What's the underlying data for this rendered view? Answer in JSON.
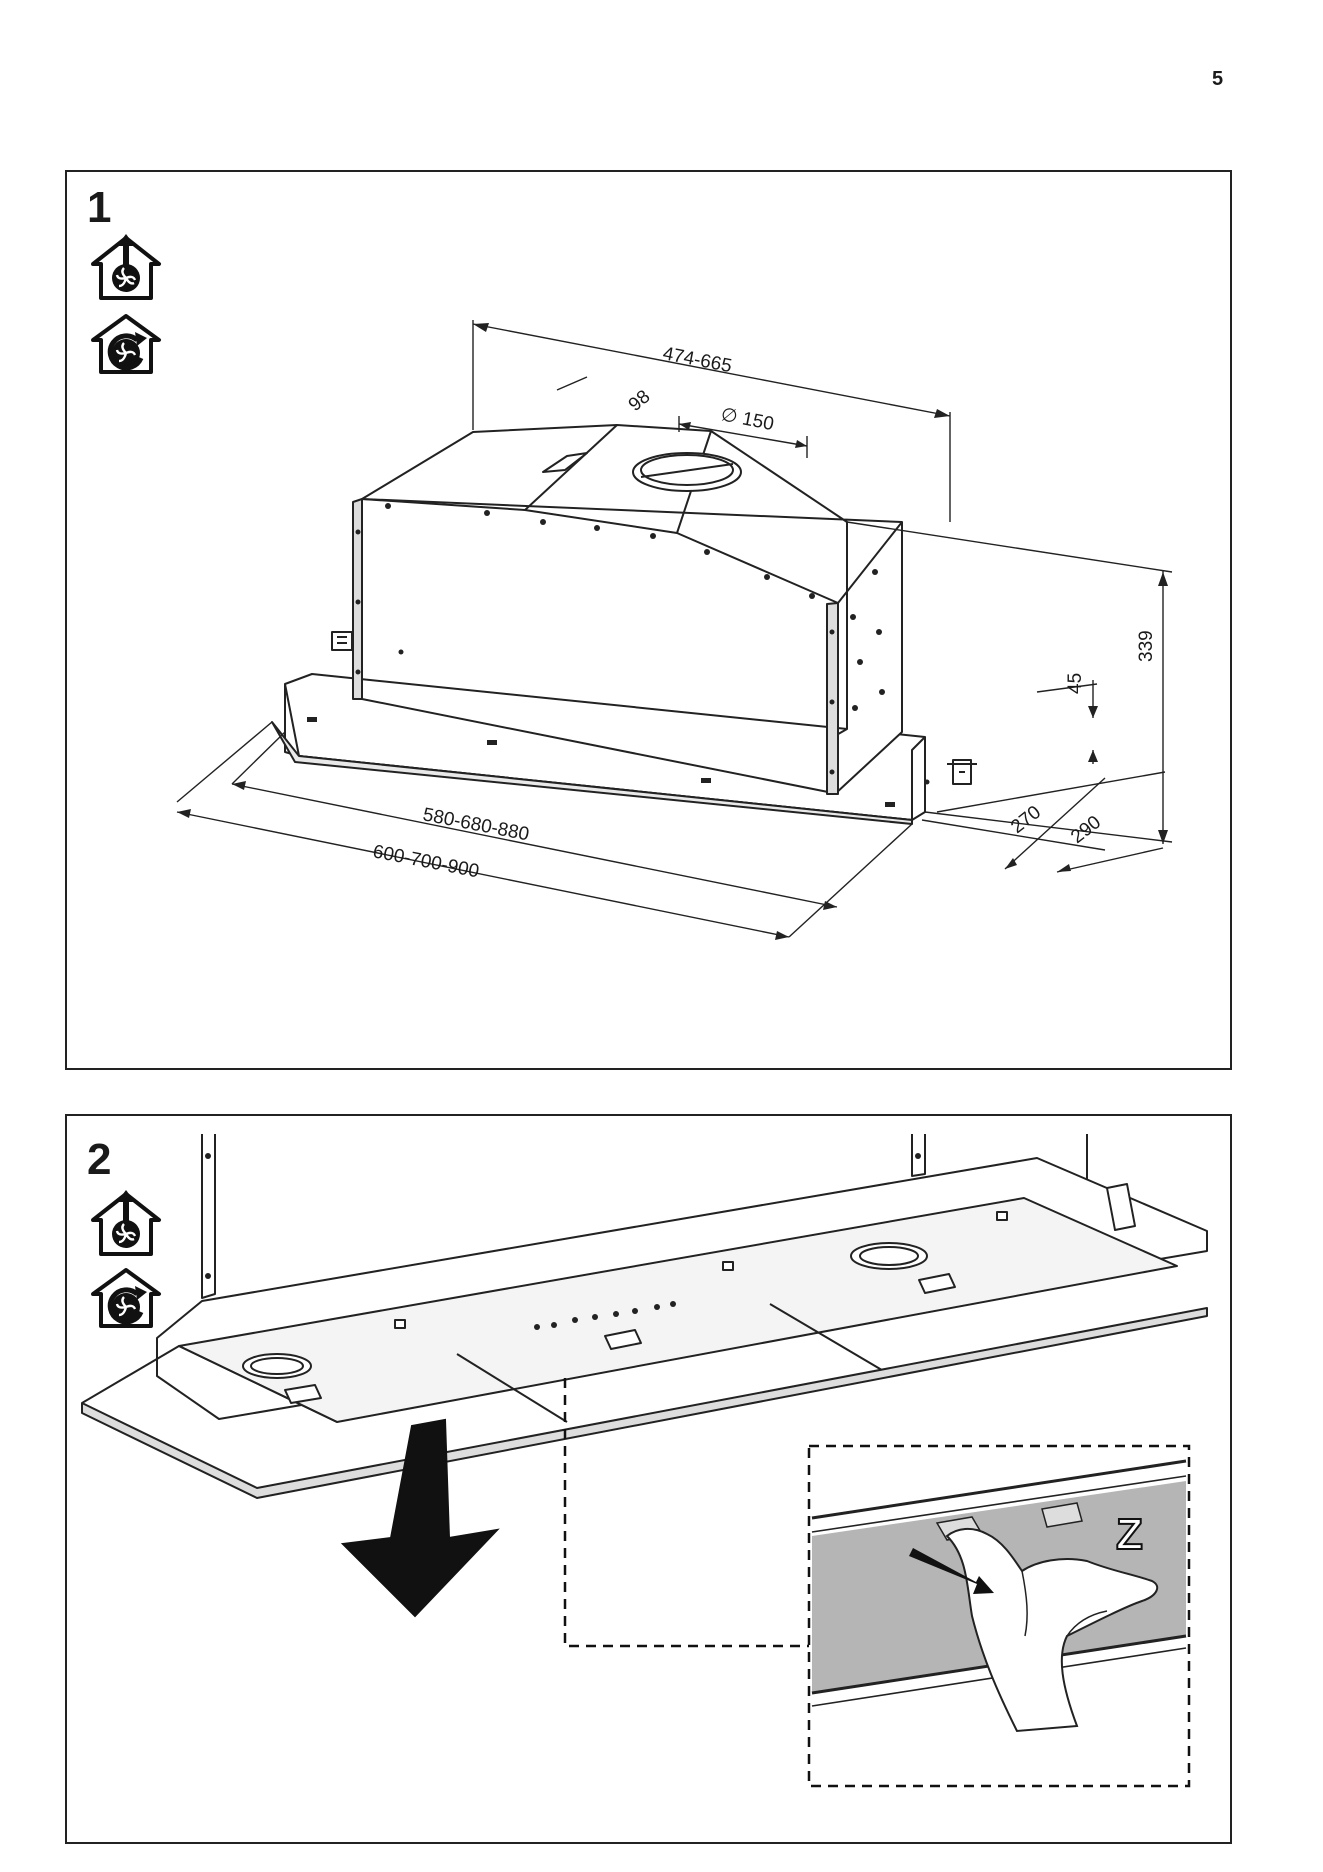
{
  "page": {
    "number": "5"
  },
  "figures": [
    {
      "step": "1",
      "icons": [
        "extraction-mode-icon",
        "recirculation-mode-icon"
      ],
      "dimensions": {
        "depth_range": "474-665",
        "outlet_offset": "98",
        "outlet_diameter": "∅ 150",
        "height": "339",
        "lip_height": "45",
        "side_depth_inner": "270",
        "side_depth_outer": "290",
        "inner_width": "580-680-880",
        "outer_width": "600-700-900"
      }
    },
    {
      "step": "2",
      "icons": [
        "extraction-mode-icon",
        "recirculation-mode-icon"
      ],
      "detail_label": "Z"
    }
  ]
}
